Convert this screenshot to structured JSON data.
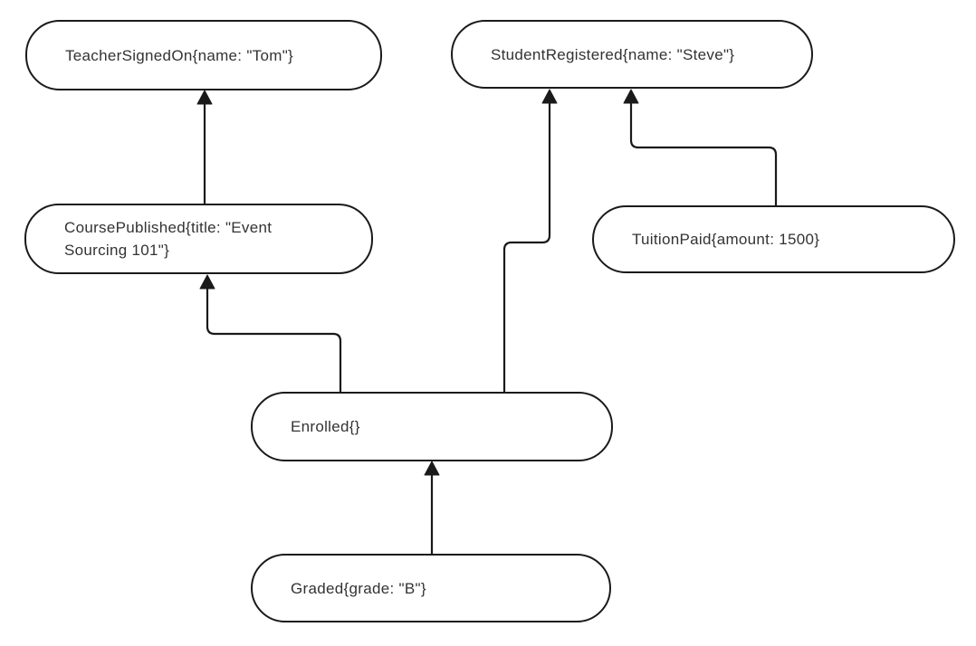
{
  "diagram": {
    "type": "event-dependency-graph",
    "background_color": "#ffffff",
    "stroke_color": "#1a1a1a",
    "text_color": "#333333",
    "node_fill": "#ffffff",
    "nodes": [
      {
        "id": "teacher-signed-on",
        "label": "TeacherSignedOn{name: \"Tom\"}",
        "lines": [
          "TeacherSignedOn{name: \"Tom\"}"
        ]
      },
      {
        "id": "student-registered",
        "label": "StudentRegistered{name: \"Steve\"}",
        "lines": [
          "StudentRegistered{name: \"Steve\"}"
        ]
      },
      {
        "id": "course-published",
        "label": "CoursePublished{title: \"Event Sourcing 101\"}",
        "lines": [
          "CoursePublished{title: \"Event",
          "Sourcing 101\"}"
        ]
      },
      {
        "id": "tuition-paid",
        "label": "TuitionPaid{amount: 1500}",
        "lines": [
          "TuitionPaid{amount: 1500}"
        ]
      },
      {
        "id": "enrolled",
        "label": "Enrolled{}",
        "lines": [
          "Enrolled{}"
        ]
      },
      {
        "id": "graded",
        "label": "Graded{grade: \"B\"}",
        "lines": [
          "Graded{grade: \"B\"}"
        ]
      }
    ],
    "edges": [
      {
        "from": "course-published",
        "to": "teacher-signed-on"
      },
      {
        "from": "enrolled",
        "to": "course-published"
      },
      {
        "from": "enrolled",
        "to": "student-registered"
      },
      {
        "from": "tuition-paid",
        "to": "student-registered"
      },
      {
        "from": "graded",
        "to": "enrolled"
      }
    ]
  }
}
